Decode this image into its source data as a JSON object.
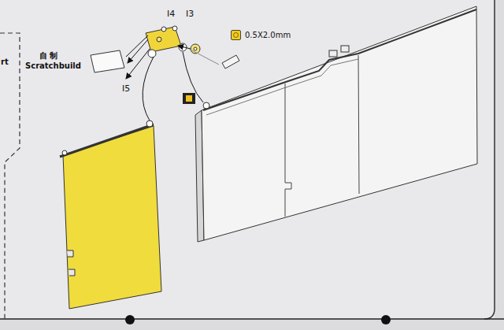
{
  "diagram": {
    "labels": [
      "rt",
      "自 制",
      "Scratchbuild",
      "I4",
      "I3",
      "I5"
    ],
    "legend": [
      {
        "text": "0.5X2.0mm",
        "color": "#f2cc1a"
      }
    ]
  }
}
